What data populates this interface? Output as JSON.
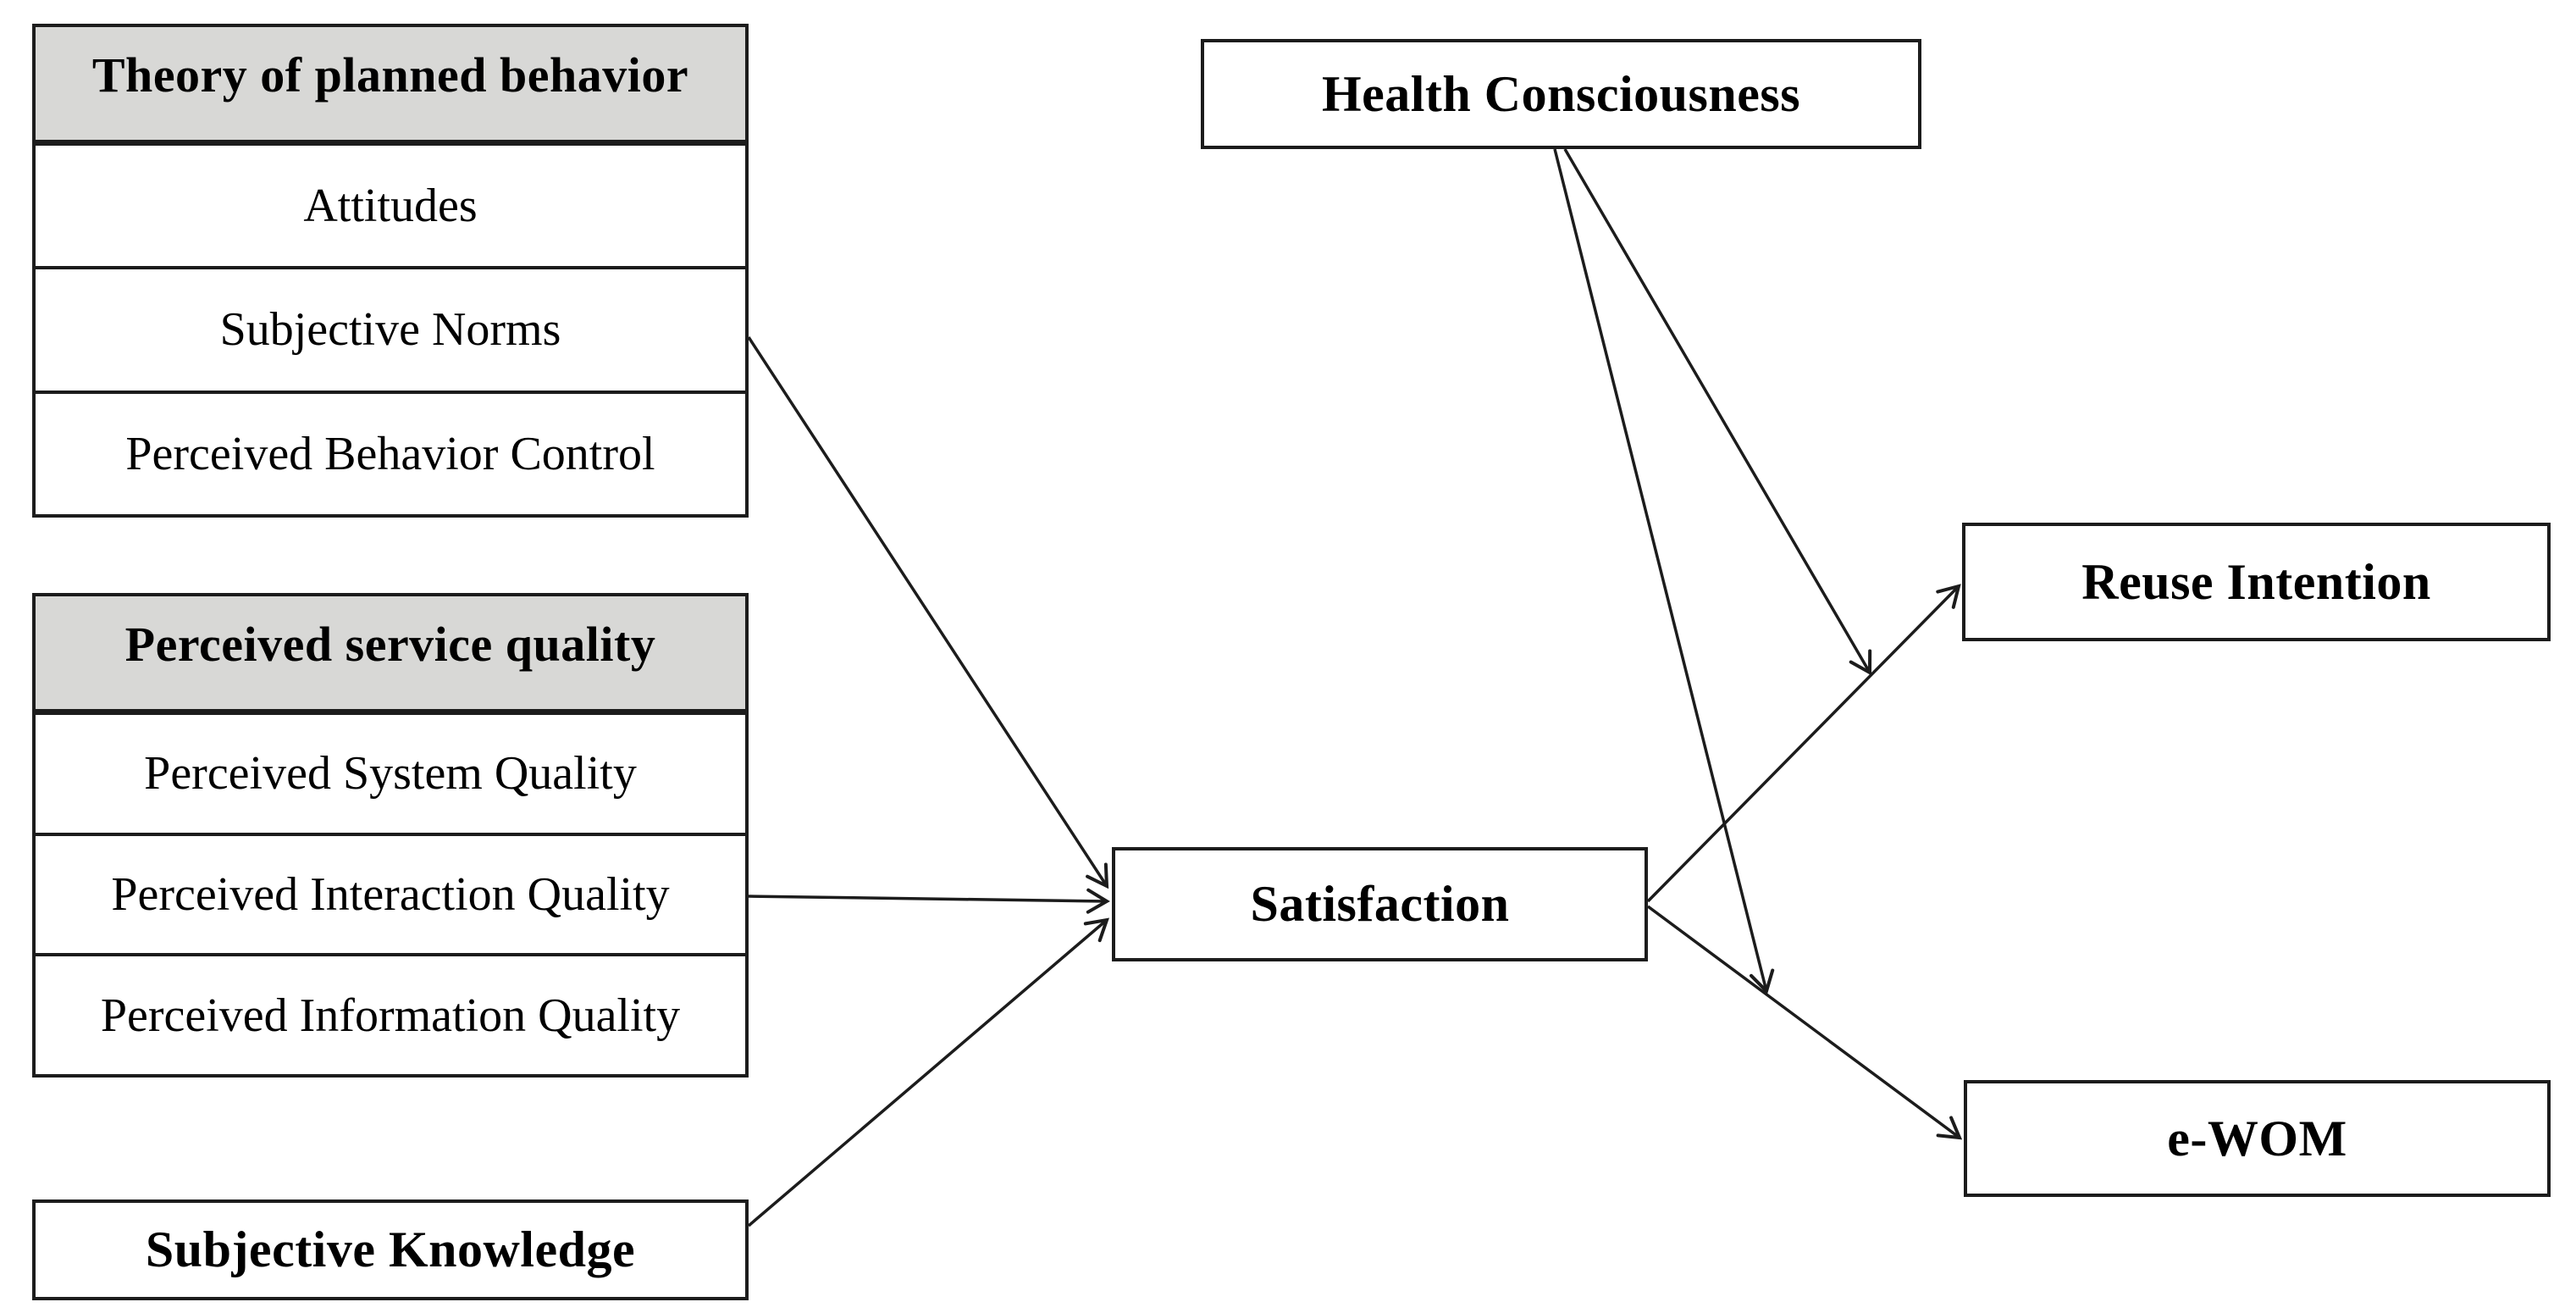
{
  "figure": {
    "colors": {
      "background": "#ffffff",
      "header_bg": "#d8d8d6",
      "border": "#1c1c1c",
      "text": "#000000",
      "arrow": "#1c1c1c"
    },
    "groups": {
      "tpb": {
        "header": "Theory of planned behavior",
        "rows": [
          "Attitudes",
          "Subjective Norms",
          "Perceived Behavior Control"
        ]
      },
      "psq": {
        "header": "Perceived service quality",
        "rows": [
          "Perceived System Quality",
          "Perceived Interaction Quality",
          "Perceived Information Quality"
        ]
      }
    },
    "nodes": {
      "subjective_knowledge": "Subjective Knowledge",
      "health_consciousness": "Health Consciousness",
      "satisfaction": "Satisfaction",
      "reuse_intention": "Reuse Intention",
      "ewom": "e-WOM"
    },
    "arrows": [
      {
        "from": "theory-of-planned-behavior",
        "to": "satisfaction",
        "type": "direct"
      },
      {
        "from": "perceived-service-quality",
        "to": "satisfaction",
        "type": "direct"
      },
      {
        "from": "subjective-knowledge",
        "to": "satisfaction",
        "type": "direct"
      },
      {
        "from": "satisfaction",
        "to": "reuse-intention",
        "type": "direct"
      },
      {
        "from": "satisfaction",
        "to": "e-wom",
        "type": "direct"
      },
      {
        "from": "health-consciousness",
        "to": "satisfaction-to-reuse-intention-path",
        "type": "moderation"
      },
      {
        "from": "health-consciousness",
        "to": "satisfaction-to-e-wom-path",
        "type": "moderation"
      }
    ]
  }
}
